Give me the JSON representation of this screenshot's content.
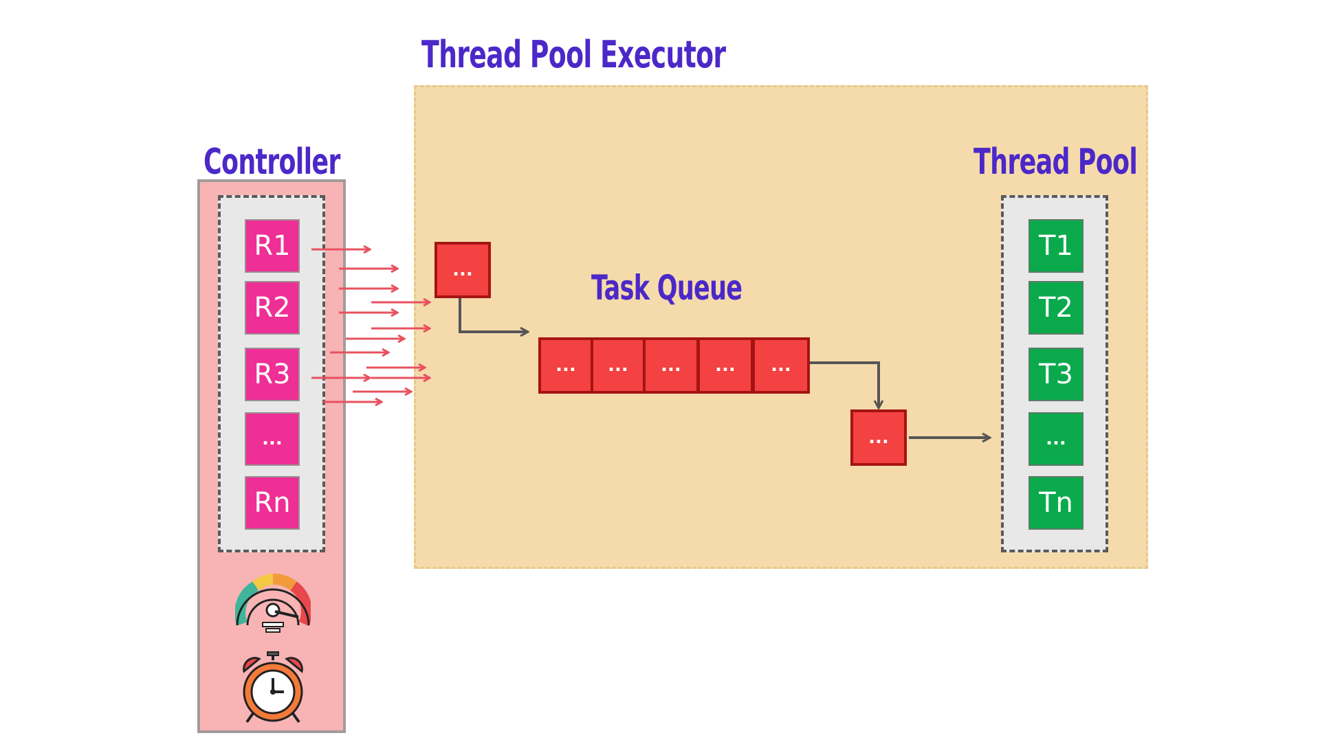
{
  "titles": {
    "executor": "Thread Pool Executor",
    "controller": "Controller",
    "thread_pool": "Thread Pool",
    "task_queue": "Task Queue"
  },
  "controller": {
    "requests": [
      "R1",
      "R2",
      "R3",
      "...",
      "Rn"
    ],
    "icons": [
      "speedometer-icon",
      "alarm-clock-icon"
    ]
  },
  "executor": {
    "incoming_task": "...",
    "queue_tasks": [
      "...",
      "...",
      "...",
      "...",
      "..."
    ],
    "dequeued_task": "..."
  },
  "thread_pool": {
    "threads": [
      "T1",
      "T2",
      "T3",
      "...",
      "Tn"
    ]
  },
  "colors": {
    "title": "#4c28c8",
    "executor_bg": "#f5dbab",
    "controller_bg": "#f8b4b4",
    "request": "#ee2f96",
    "thread": "#0aaa4c",
    "task": "#f44141",
    "task_border": "#a51414",
    "request_arrow": "#e8515f",
    "flow_arrow": "#555555"
  }
}
